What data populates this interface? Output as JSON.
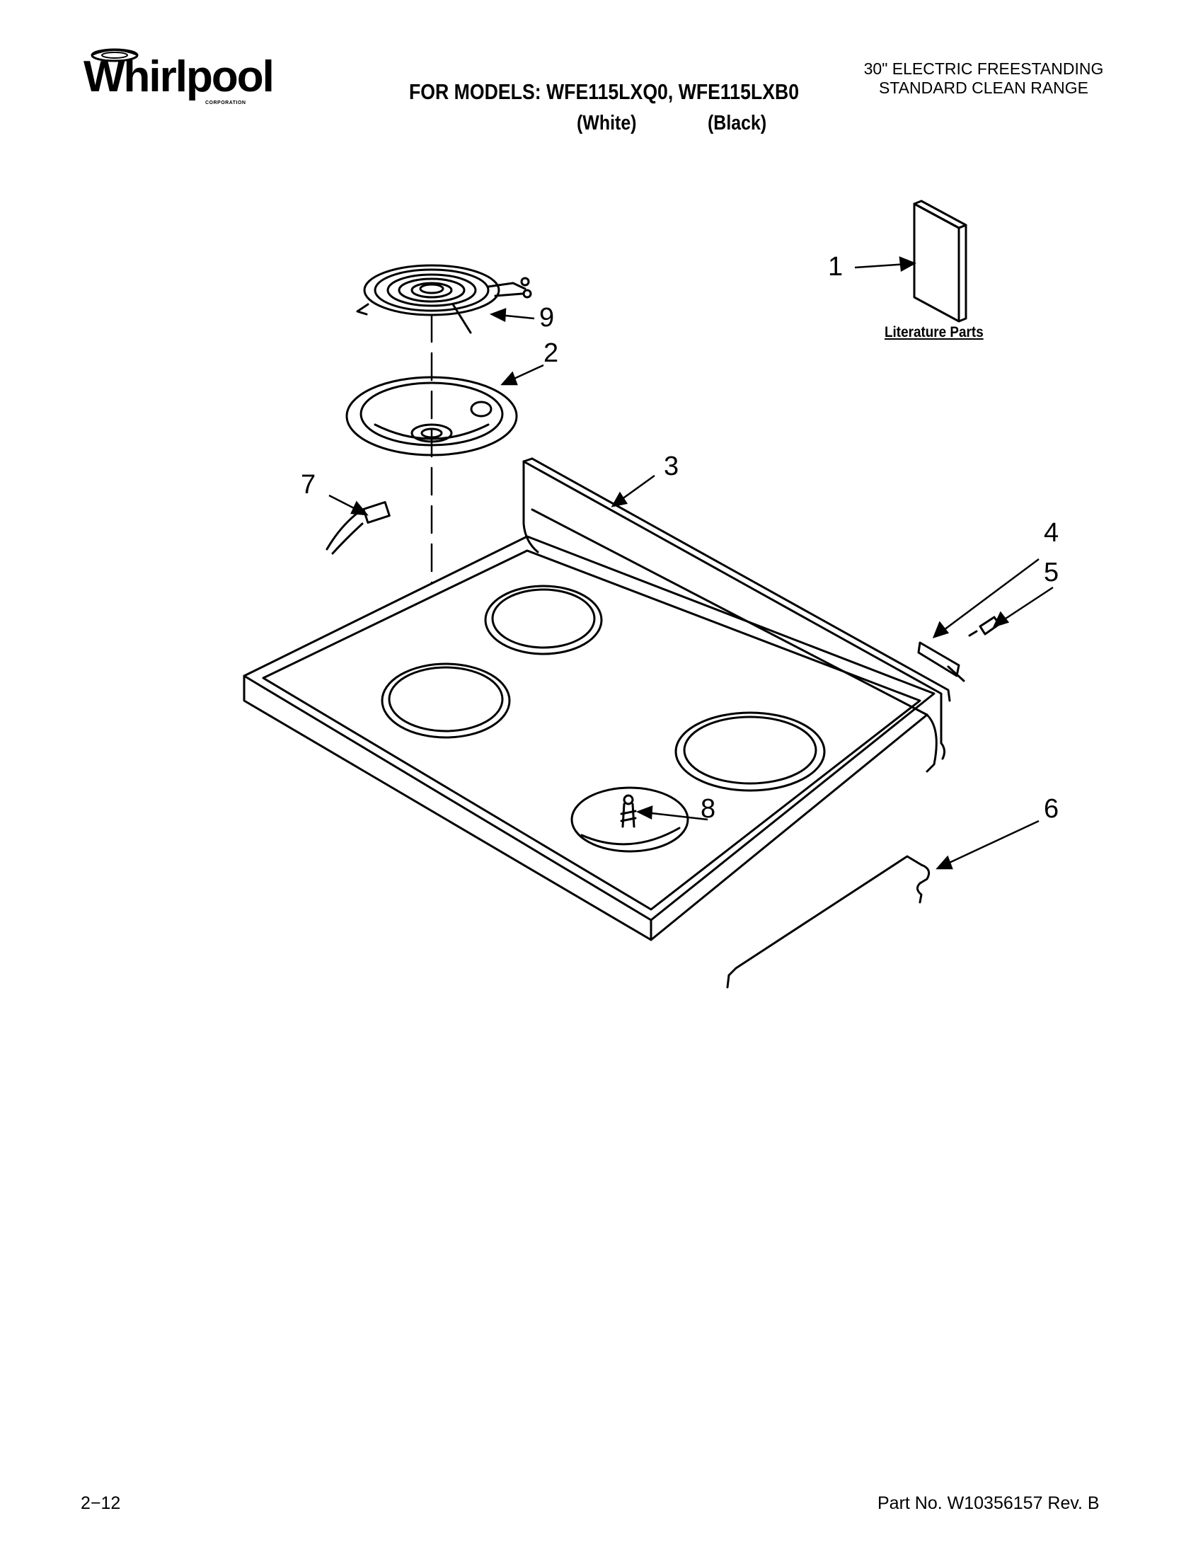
{
  "header": {
    "brand": "Whirlpool",
    "brand_sub": "CORPORATION",
    "models_line": "FOR MODELS: WFE115LXQ0, WFE115LXB0",
    "variant_white": "(White)",
    "variant_black": "(Black)",
    "title_line1": "30\" ELECTRIC FREESTANDING",
    "title_line2": "STANDARD CLEAN RANGE"
  },
  "diagram": {
    "literature_label": "Literature Parts",
    "callouts": [
      "1",
      "2",
      "3",
      "4",
      "5",
      "6",
      "7",
      "8",
      "9"
    ]
  },
  "footer": {
    "page_number": "2−12",
    "part_number": "Part No. W10356157 Rev. B"
  }
}
